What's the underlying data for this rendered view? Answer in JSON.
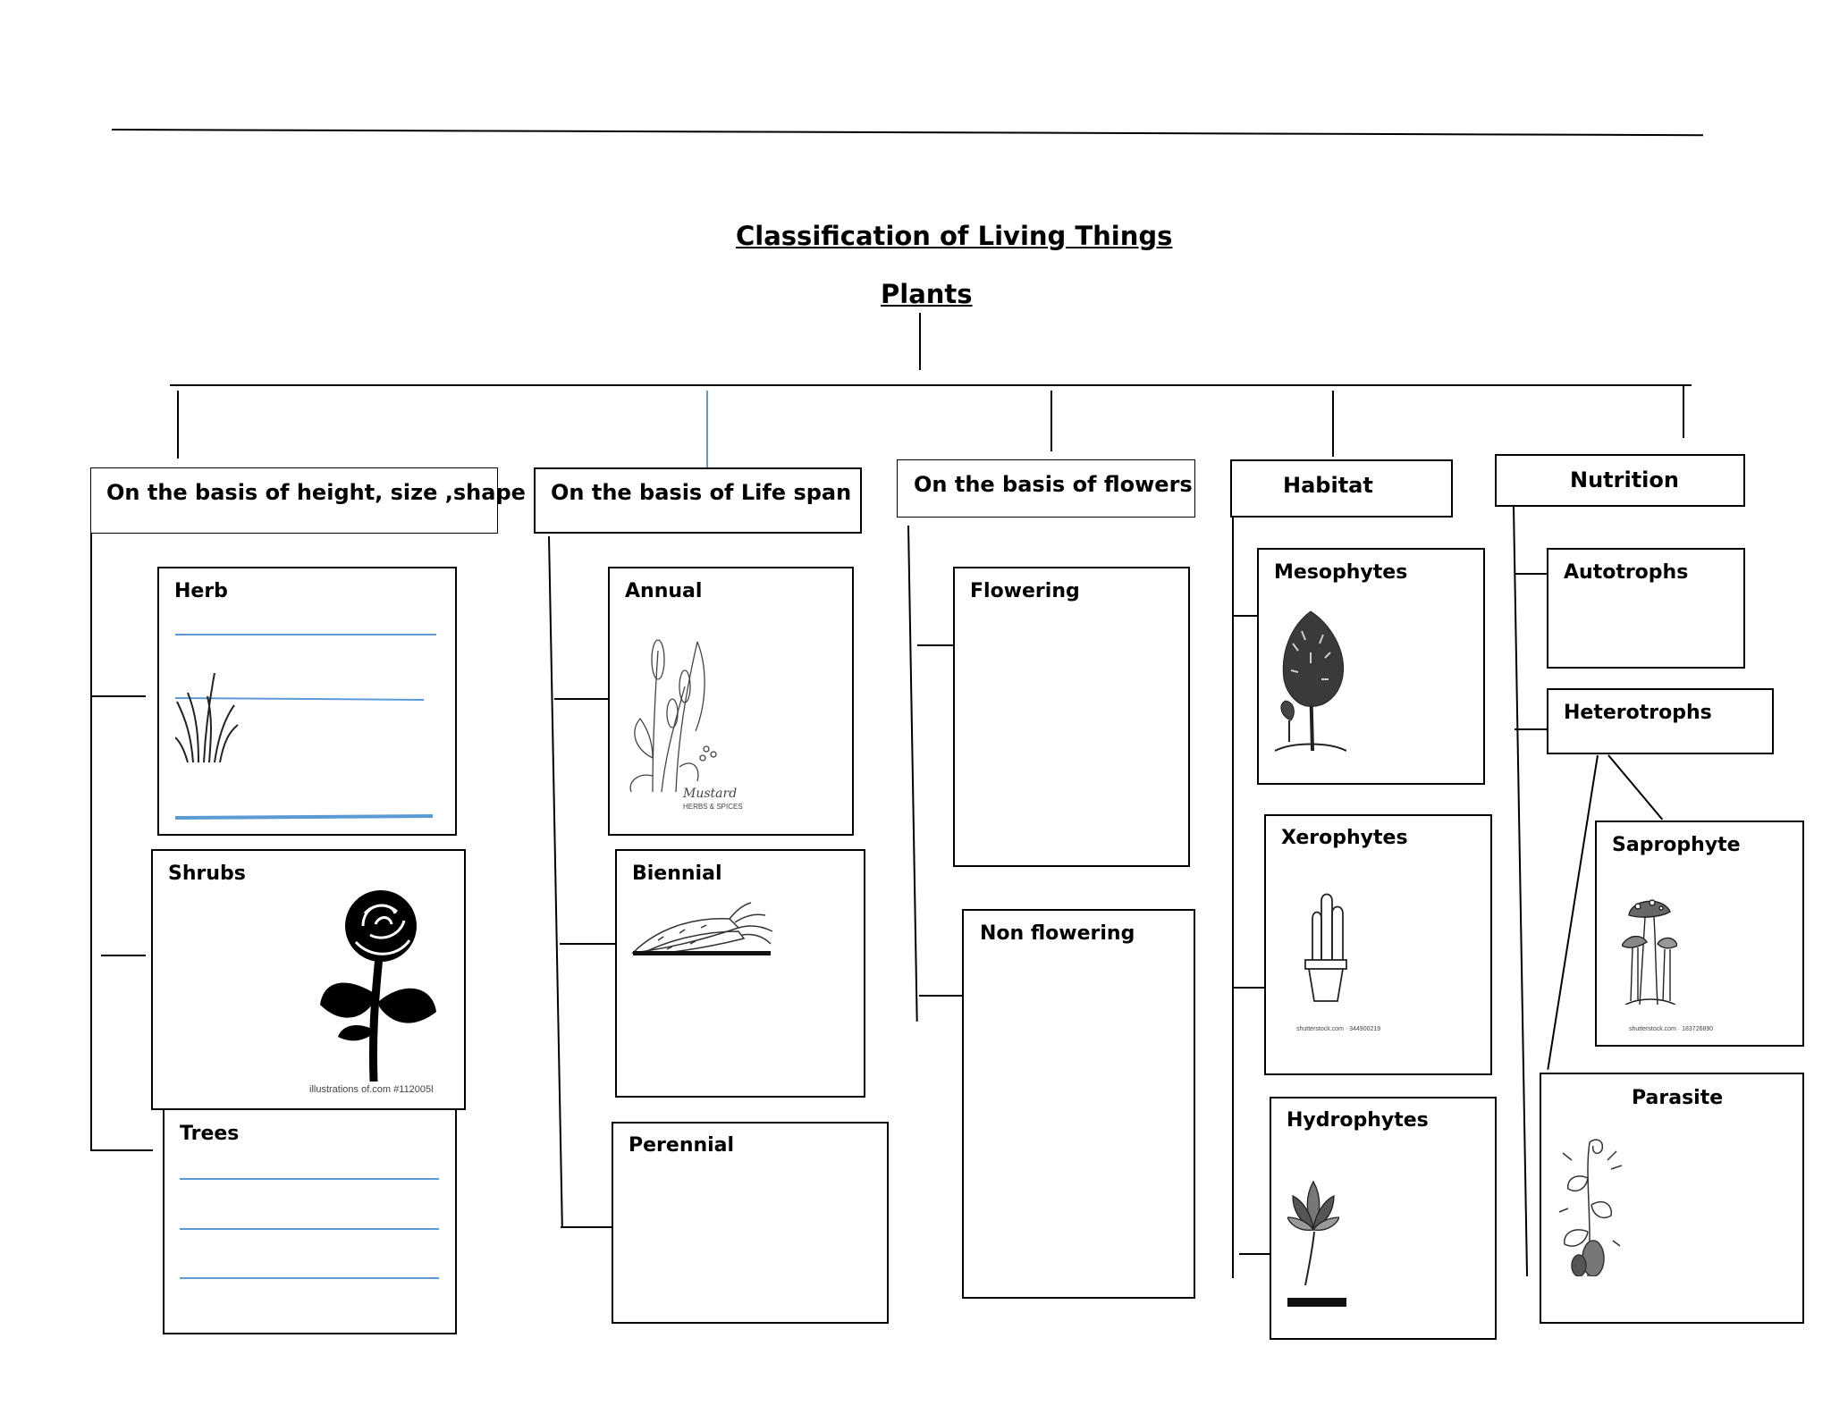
{
  "title": "Classification of Living Things",
  "subtitle": "Plants",
  "categories": [
    {
      "label": "On the basis of height, size ,shape",
      "items": [
        "Herb",
        "Shrubs",
        "Trees"
      ]
    },
    {
      "label": "On the basis of Life span",
      "items": [
        "Annual",
        "Biennial",
        "Perennial"
      ]
    },
    {
      "label": "On the basis of flowers",
      "items": [
        "Flowering",
        "Non flowering"
      ]
    },
    {
      "label": "Habitat",
      "items": [
        "Mesophytes",
        "Xerophytes",
        "Hydrophytes"
      ]
    },
    {
      "label": "Nutrition",
      "items": [
        "Autotrophs",
        "Heterotrophs"
      ],
      "sub_items": [
        "Saprophyte",
        "Parasite"
      ]
    }
  ],
  "image_credits": {
    "shrub_rose": "illustrations of.com    #112005l",
    "annual_mustard_brand": "Mustard",
    "annual_mustard_sub": "HERBS & SPICES"
  },
  "icons": [
    "grass-icon",
    "rose-icon",
    "mustard-plant-icon",
    "carrot-icon",
    "tree-icon",
    "cactus-icon",
    "lotus-icon",
    "mushroom-icon",
    "parasite-plant-icon"
  ],
  "colors": {
    "line": "#000000",
    "writing_rule": "#5b9bd5"
  }
}
